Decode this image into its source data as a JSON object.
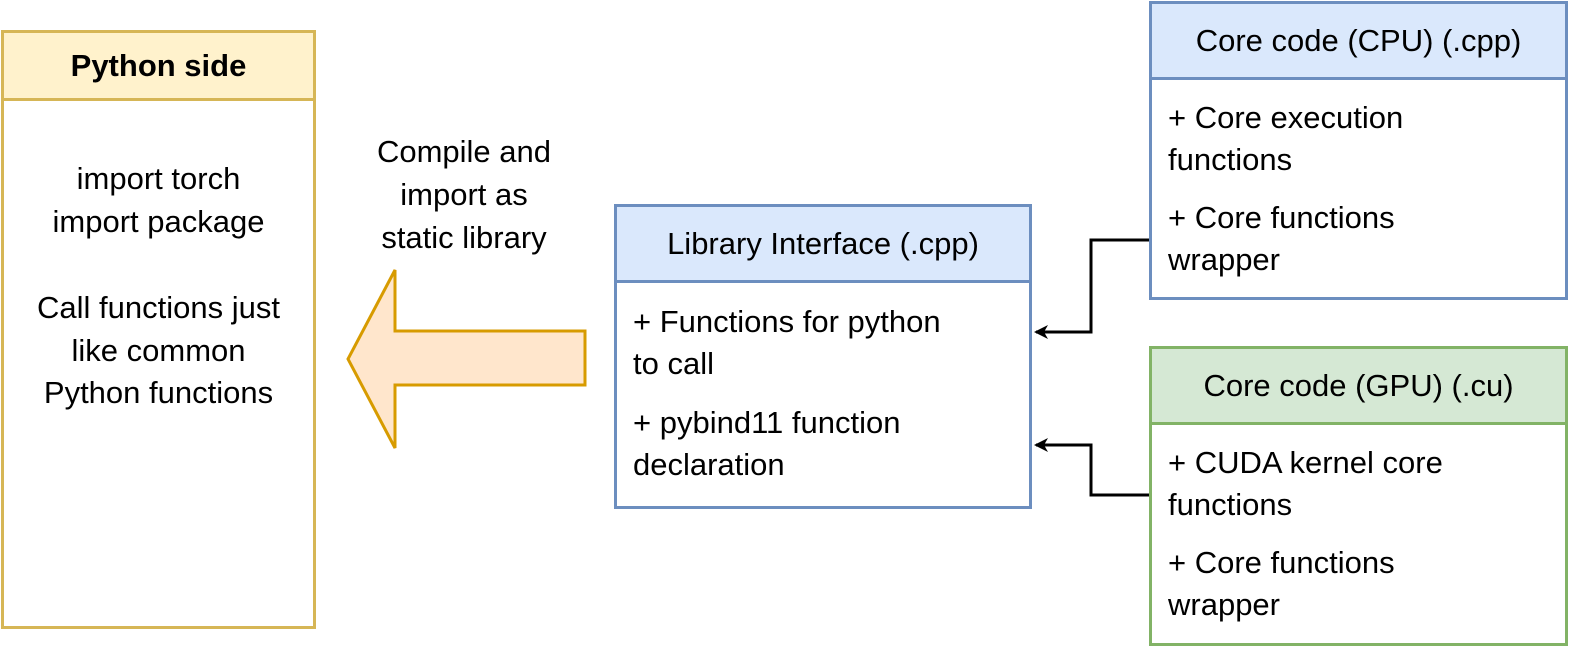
{
  "python_side": {
    "title": "Python side",
    "lines": [
      "import torch",
      "import package",
      "Call functions just",
      "like common",
      "Python functions"
    ]
  },
  "compile_label": {
    "lines": [
      "Compile and",
      "import as",
      "static library"
    ]
  },
  "library_interface": {
    "title": "Library Interface (.cpp)",
    "items": [
      [
        "+ Functions for python",
        "to call"
      ],
      [
        "+ pybind11 function",
        "declaration"
      ]
    ]
  },
  "cpu_core": {
    "title": "Core code (CPU) (.cpp)",
    "items": [
      [
        "+ Core execution",
        "functions"
      ],
      [
        "+ Core functions",
        "wrapper"
      ]
    ]
  },
  "gpu_core": {
    "title": "Core code (GPU) (.cu)",
    "items": [
      [
        "+ CUDA kernel core",
        "functions"
      ],
      [
        "+ Core functions",
        "wrapper"
      ]
    ]
  },
  "colors": {
    "yellow_fill": "#fff2cc",
    "yellow_stroke": "#d6b656",
    "blue_fill": "#dae8fc",
    "blue_stroke": "#6c8ebf",
    "green_fill": "#d5e8d4",
    "green_stroke": "#82b366",
    "arrow_fill": "#ffe6cc",
    "arrow_stroke": "#d79b00"
  }
}
